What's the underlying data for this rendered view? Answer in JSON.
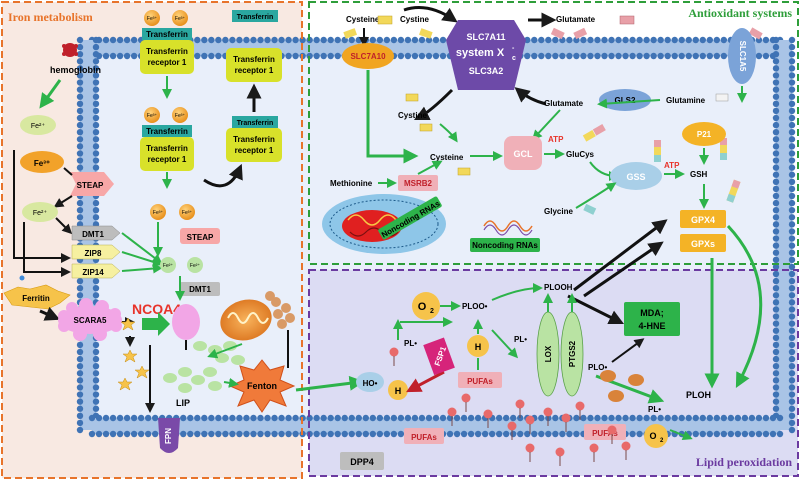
{
  "sections": {
    "iron_title": "Iron metabolism",
    "antioxidant_title": "Antioxidant systems",
    "lipid_title": "Lipid peroxidation"
  },
  "iron": {
    "hemoglobin": "hemoglobin",
    "fe3": "Fe³⁺",
    "fe2": "Fe²⁺",
    "transferrin": "Transferrin",
    "tfr1_line1": "Transferrin",
    "tfr1_line2": "receptor 1",
    "steap": "STEAP",
    "dmt1": "DMT1",
    "zip8": "ZIP8",
    "zip14": "ZIP14",
    "ferritin": "Ferritin",
    "scara5": "SCARA5",
    "ncoa4": "NCOA4",
    "lip": "LIP",
    "fenton": "Fenton",
    "fpn": "FPN"
  },
  "antioxidant": {
    "cysteine": "Cysteine",
    "cystine": "Cystine",
    "glutamate": "Glutamate",
    "glutamine": "Glutamine",
    "slc7a10": "SLC7A10",
    "slc7a11": "SLC7A11",
    "system_xc": "system X",
    "system_xc_sub": "c",
    "system_xc_sup": "-",
    "slc3a2": "SLC3A2",
    "slc1a5": "SLC1A5",
    "gls2": "GLS2",
    "methionine": "Methionine",
    "msrb2": "MSRB2",
    "noncoding1": "Noncoding RNAs",
    "noncoding2": "Noncoding RNAs",
    "gcl": "GCL",
    "atp": "ATP",
    "glucys": "GluCys",
    "gss": "GSS",
    "glycine": "Glycine",
    "gsh": "GSH",
    "p21": "P21",
    "gpx4": "GPX4",
    "gpxs": "GPXs"
  },
  "lipid": {
    "o2": "O",
    "o2_sub": "2",
    "ploo": "PLOO•",
    "plooh": "PLOOH",
    "pl": "PL•",
    "h": "H",
    "ho": "HO•",
    "fsp1": "FSP1",
    "pufas": "PUFAs",
    "dpp4": "DPP4",
    "lox": "LOX",
    "ptgs2": "PTGS2",
    "plo": "PLO•",
    "mda_line1": "MDA;",
    "mda_line2": "4-HNE",
    "ploh": "PLOH"
  },
  "colors": {
    "iron_border": "#e8742b",
    "anti_border": "#2e9e3a",
    "lipid_border": "#6b3aa0",
    "arrow_green": "#2db34a",
    "membrane_blue": "#3f73b5",
    "transferrin_teal": "#2aa7a0",
    "receptor_yellow": "#d8e12a",
    "fe_orange": "#f2a22a",
    "steap_pink": "#f7a7a7",
    "ncoa4_red": "#e8332a",
    "fsp1_magenta": "#d6247a",
    "system_purple": "#6d4aa8",
    "slc7a10_orange": "#f1a521",
    "gpx_orange": "#f4b326",
    "lipid_fill": "#dcdcf3"
  }
}
